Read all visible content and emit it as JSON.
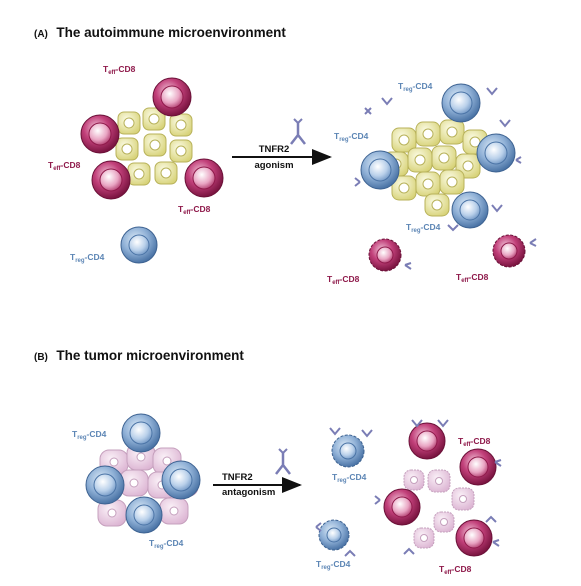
{
  "panel_a": {
    "letter": "(A)",
    "title": "The autoimmune microenvironment",
    "arrow_top": "TNFR2",
    "arrow_bottom": "agonism"
  },
  "panel_b": {
    "letter": "(B)",
    "title": "The tumor microenvironment",
    "arrow_top": "TNFR2",
    "arrow_bottom": "antagonism"
  },
  "labels": {
    "teff_main": "T",
    "teff_sub": "eff",
    "teff_suffix": "-CD8",
    "treg_main": "T",
    "treg_sub": "reg",
    "treg_suffix": "-CD4"
  },
  "colors": {
    "teff": "#8f1a4b",
    "treg": "#5d86b5",
    "yellow_cell": "#e9e6a0",
    "pink_cell": "#e8cce2"
  }
}
